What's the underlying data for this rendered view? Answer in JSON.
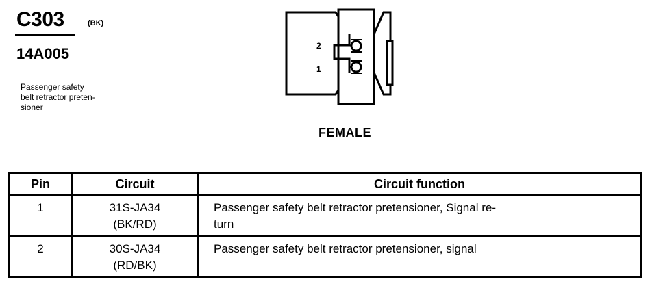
{
  "connector": {
    "id": "C303",
    "color_code": "(BK)",
    "part_number": "14A005",
    "description_lines": [
      "Passenger safety",
      "belt retractor preten-",
      "sioner"
    ]
  },
  "diagram": {
    "pin_labels": [
      "2",
      "1"
    ],
    "gender": "FEMALE"
  },
  "table": {
    "headers": [
      "Pin",
      "Circuit",
      "Circuit function"
    ],
    "rows": [
      {
        "pin": "1",
        "circuit_lines": [
          "31S-JA34",
          "(BK/RD)"
        ],
        "function_lines": [
          "Passenger safety belt retractor pretensioner, Signal re-",
          "turn"
        ]
      },
      {
        "pin": "2",
        "circuit_lines": [
          "30S-JA34",
          "(RD/BK)"
        ],
        "function_lines": [
          "Passenger safety belt retractor pretensioner, signal"
        ]
      }
    ]
  }
}
